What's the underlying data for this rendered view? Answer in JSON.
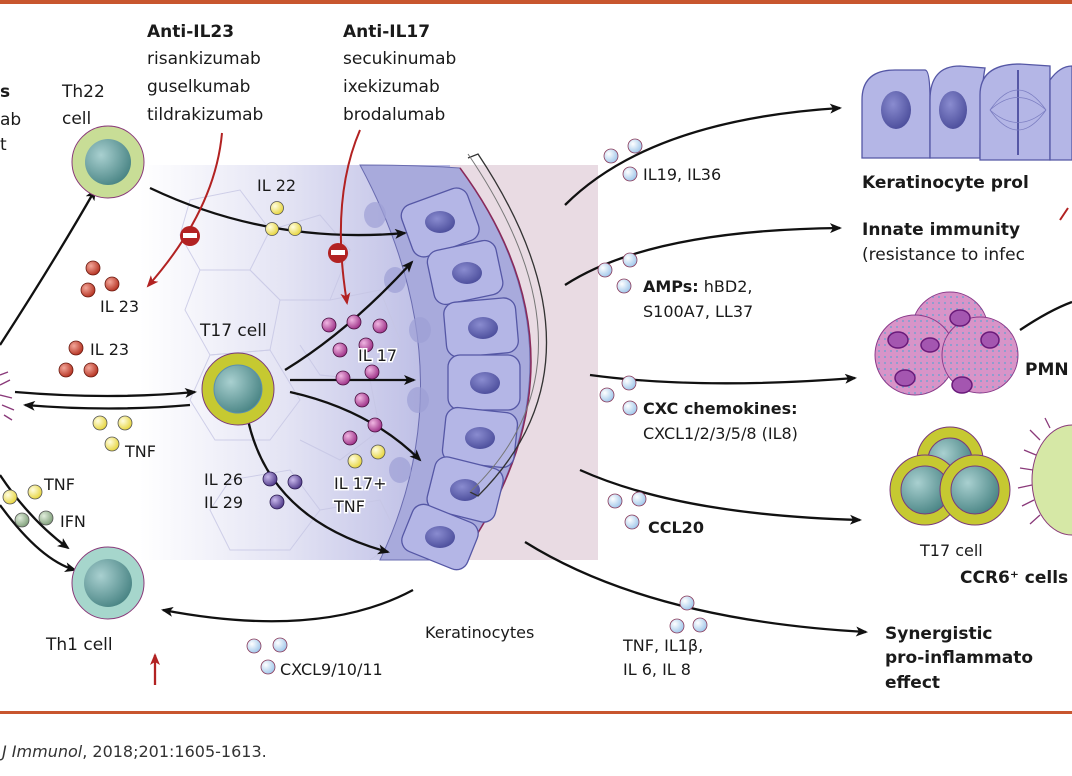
{
  "colors": {
    "border": "#c8562e",
    "inhibit_red": "#b22222",
    "tissue_purple": "#a6a8dc",
    "stratum_corneum": "#e6d6de",
    "cell_yellow_green": "#c9cf3a",
    "cell_green": "#b9d98a",
    "cell_teal": "#9fd3c8",
    "nucleus": "#5f9a9a",
    "il23": "#c0392b",
    "tnf": "#f2e64a",
    "ifn": "#8fb08a",
    "il17": "#b0449a",
    "il26": "#6a4fa0",
    "chemokine": "#bcd8f0"
  },
  "left_cut_label": {
    "line1": "s",
    "line2": "ab",
    "line3": "t"
  },
  "drugs": {
    "anti_il23": {
      "title": "Anti-IL23",
      "agents": [
        "risankizumab",
        "guselkumab",
        "tildrakizumab"
      ]
    },
    "anti_il17": {
      "title": "Anti-IL17",
      "agents": [
        "secukinumab",
        "ixekizumab",
        "brodalumab"
      ]
    }
  },
  "cells": {
    "th22": {
      "line1": "Th22",
      "line2": "cell"
    },
    "t17": "T17 cell",
    "th1": "Th1 cell",
    "keratinocytes": "Keratinocytes"
  },
  "cytokines": {
    "il22": "IL 22",
    "il23_a": "IL 23",
    "il23_b": "IL 23",
    "tnf_a": "TNF",
    "tnf_b": "TNF",
    "ifn": "IFN",
    "il17": "IL 17",
    "il17_tnf_1": "IL 17+",
    "il17_tnf_2": "TNF",
    "il26": "IL 26",
    "il29": "IL 29",
    "cxcl": "CXCL9/10/11"
  },
  "outputs": {
    "il19_il36": "IL19, IL36",
    "amps_bold": "AMPs:",
    "amps_rest": " hBD2,",
    "amps_line2": "S100A7, LL37",
    "cxc_bold": "CXC chemokines:",
    "cxc_line2": "CXCL1/2/3/5/8 (IL8)",
    "ccl20": "CCL20",
    "tnf_il1b_1": "TNF, IL1β,",
    "tnf_il1b_2": "IL 6, IL 8"
  },
  "effects": {
    "proliferation": "Keratinocyte prol",
    "innate_1": "Innate immunity",
    "innate_2": "(resistance to infec",
    "pmn": "PMN",
    "t17_cluster": "T17 cell",
    "ccr6": "CCR6⁺ cells",
    "synergy_1": "Synergistic",
    "synergy_2": "pro-inflammato",
    "synergy_3": "effect"
  },
  "citation": {
    "journal": "J Immunol",
    "rest": ", 2018;201:1605-1613."
  }
}
